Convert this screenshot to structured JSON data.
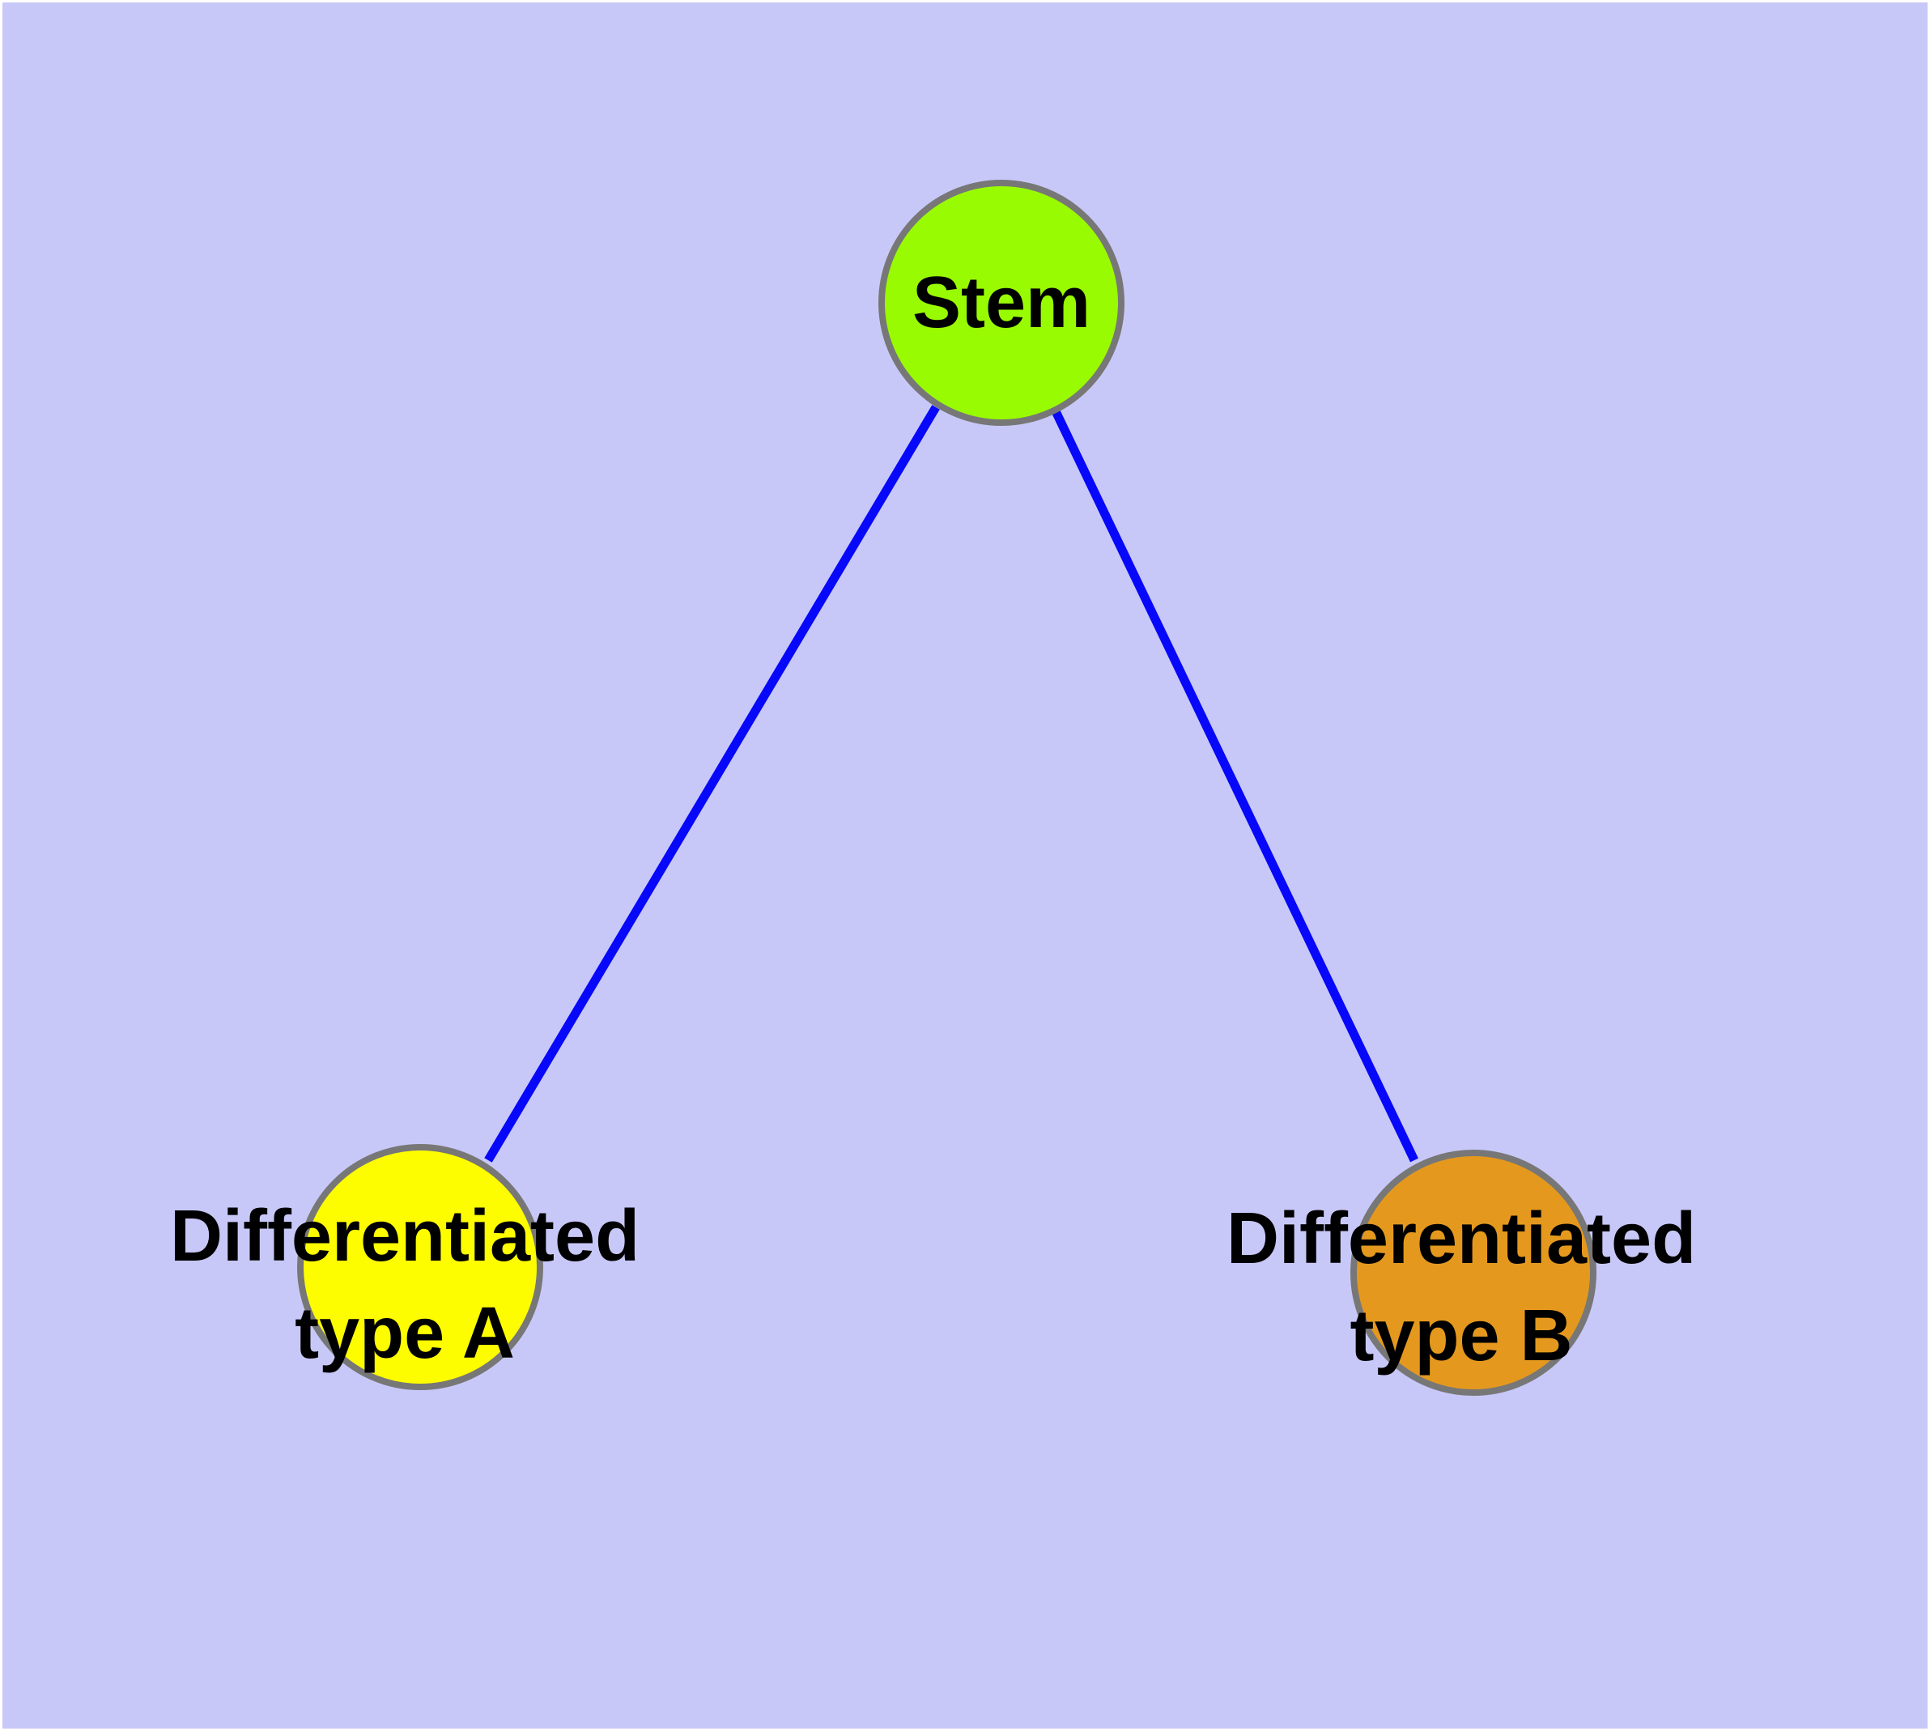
{
  "diagram": {
    "background_color": "#c8c8f8",
    "frame_color": "#ffffff",
    "edge_color": "#0707fa",
    "node_border_color": "#777777",
    "label_color": "#000000",
    "nodes": [
      {
        "id": "stem",
        "label": "Stem",
        "fill": "#99fb01"
      },
      {
        "id": "type-a",
        "label_line1": "Differentiated",
        "label_line2": "type A",
        "fill": "#fdfd00"
      },
      {
        "id": "type-b",
        "label_line1": "Differentiated",
        "label_line2": "type B",
        "fill": "#e4991e"
      }
    ],
    "edges": [
      {
        "from": "stem",
        "to": "type-a"
      },
      {
        "from": "stem",
        "to": "type-b"
      }
    ]
  }
}
